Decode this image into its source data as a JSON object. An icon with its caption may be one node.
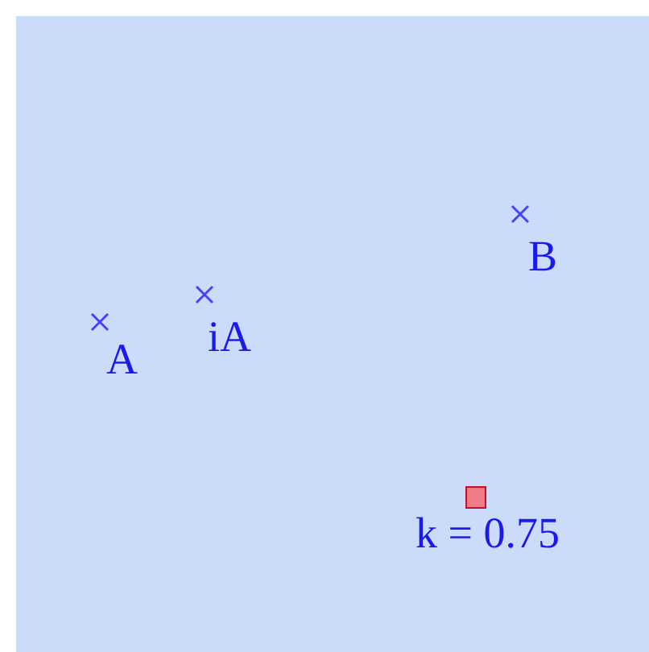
{
  "diagram": {
    "labels": [
      "A",
      "iA",
      "B",
      "k = 0.75"
    ]
  }
}
